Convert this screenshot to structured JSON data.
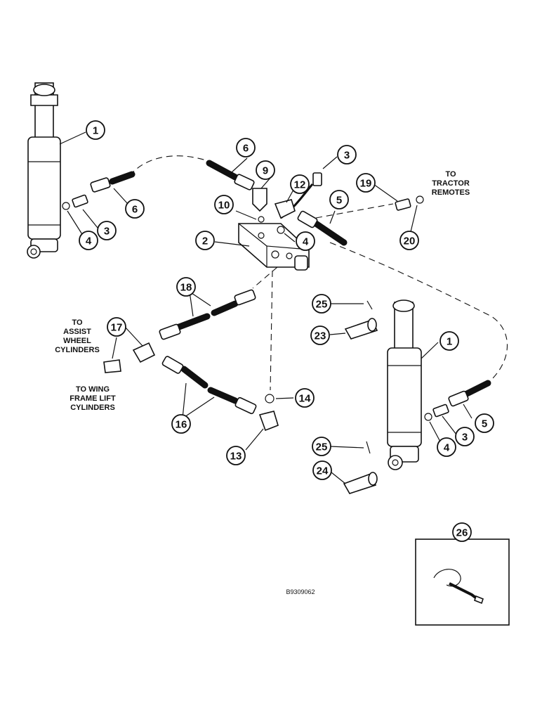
{
  "figure_id": "B9309062",
  "notes": {
    "tractor": [
      "TO",
      "TRACTOR",
      "REMOTES"
    ],
    "assist": [
      "TO",
      "ASSIST",
      "WHEEL",
      "CYLINDERS"
    ],
    "wing": [
      "TO WING",
      "FRAME LIFT",
      "CYLINDERS"
    ]
  },
  "callouts": [
    {
      "id": "c1a",
      "num": "1"
    },
    {
      "id": "c1b",
      "num": "1"
    },
    {
      "id": "c2",
      "num": "2"
    },
    {
      "id": "c3a",
      "num": "3"
    },
    {
      "id": "c3b",
      "num": "3"
    },
    {
      "id": "c3c",
      "num": "3"
    },
    {
      "id": "c4a",
      "num": "4"
    },
    {
      "id": "c4b",
      "num": "4"
    },
    {
      "id": "c4c",
      "num": "4"
    },
    {
      "id": "c5a",
      "num": "5"
    },
    {
      "id": "c5b",
      "num": "5"
    },
    {
      "id": "c6a",
      "num": "6"
    },
    {
      "id": "c6b",
      "num": "6"
    },
    {
      "id": "c9",
      "num": "9"
    },
    {
      "id": "c10",
      "num": "10"
    },
    {
      "id": "c12",
      "num": "12"
    },
    {
      "id": "c13",
      "num": "13"
    },
    {
      "id": "c14",
      "num": "14"
    },
    {
      "id": "c16",
      "num": "16"
    },
    {
      "id": "c17",
      "num": "17"
    },
    {
      "id": "c18",
      "num": "18"
    },
    {
      "id": "c19",
      "num": "19"
    },
    {
      "id": "c20",
      "num": "20"
    },
    {
      "id": "c23",
      "num": "23"
    },
    {
      "id": "c24",
      "num": "24"
    },
    {
      "id": "c25a",
      "num": "25"
    },
    {
      "id": "c25b",
      "num": "25"
    },
    {
      "id": "c26",
      "num": "26"
    }
  ]
}
